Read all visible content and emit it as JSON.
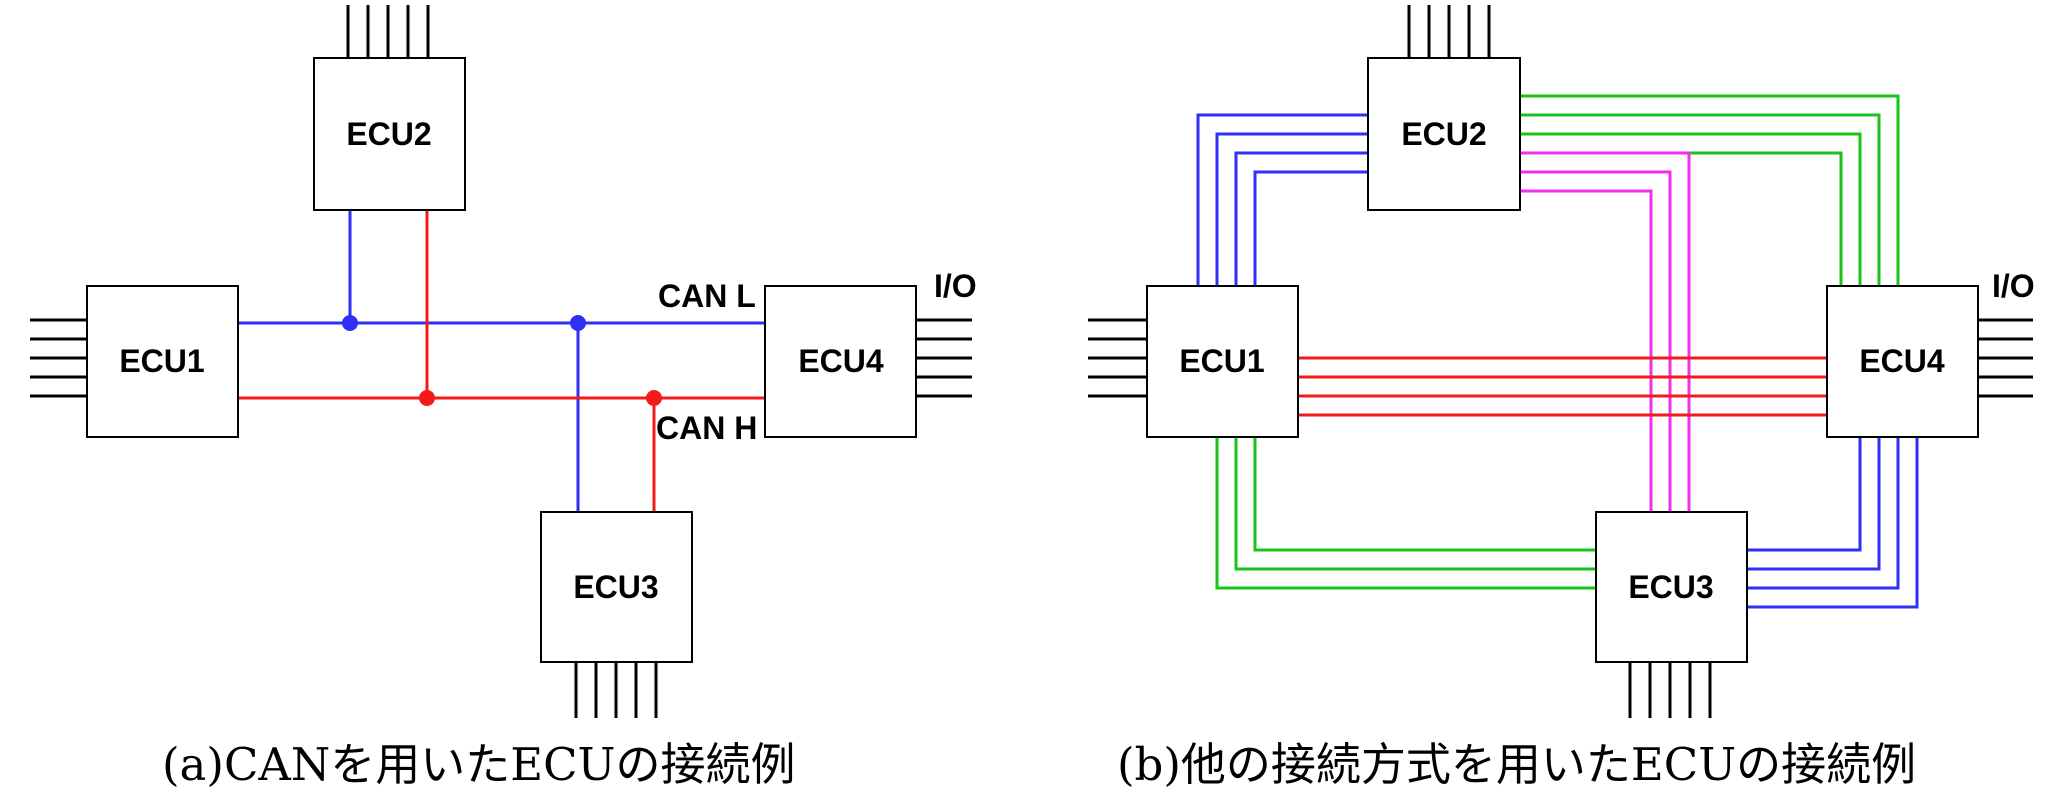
{
  "colors": {
    "can_l": "#2f2ff5",
    "can_h": "#f51a1a",
    "blue": "#2f2ff5",
    "red": "#f51a1a",
    "green": "#18c418",
    "magenta": "#f02ff0",
    "box_stroke": "#000000"
  },
  "diagram_a": {
    "caption": "(a)CANを用いたECUの接続例",
    "ecu1": "ECU1",
    "ecu2": "ECU2",
    "ecu3": "ECU3",
    "ecu4": "ECU4",
    "can_l": "CAN L",
    "can_h": "CAN H",
    "io": "I/O"
  },
  "diagram_b": {
    "caption": "(b)他の接続方式を用いたECUの接続例",
    "ecu1": "ECU1",
    "ecu2": "ECU2",
    "ecu3": "ECU3",
    "ecu4": "ECU4",
    "io": "I/O"
  }
}
